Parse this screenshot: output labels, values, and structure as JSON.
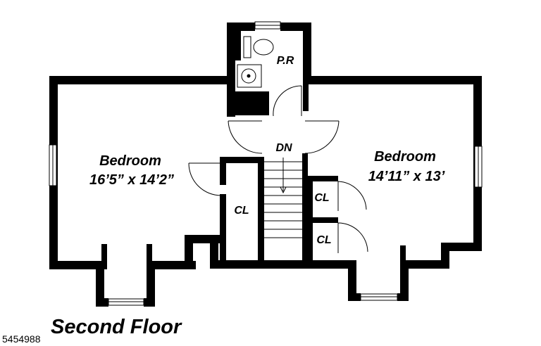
{
  "rooms": {
    "bedroom_left": {
      "name": "Bedroom",
      "size": "16’5” x 14’2”"
    },
    "bedroom_right": {
      "name": "Bedroom",
      "size": "14’11” x 13’"
    },
    "powder_room": {
      "name": "P.R"
    },
    "closet_center": {
      "name": "CL"
    },
    "closet_right_top": {
      "name": "CL"
    },
    "closet_right_bottom": {
      "name": "CL"
    },
    "stairs": {
      "label": "DN"
    }
  },
  "floor_title": "Second Floor",
  "listing_id": "5454988",
  "colors": {
    "wall": "#000000",
    "background": "#ffffff",
    "fixture_fill": "#ffffff"
  }
}
